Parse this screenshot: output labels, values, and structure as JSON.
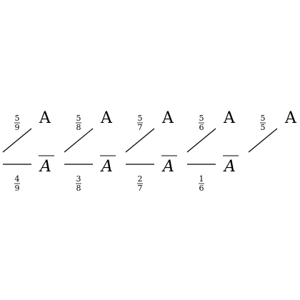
{
  "diagram": {
    "type": "probability-tree-chain",
    "event_label": "A",
    "complement_label": "A",
    "complement_overline": true,
    "stages": [
      {
        "up_prob": "5",
        "up_prob_den": "9",
        "down_prob": "4",
        "down_prob_den": "9"
      },
      {
        "up_prob": "5",
        "up_prob_den": "8",
        "down_prob": "3",
        "down_prob_den": "8"
      },
      {
        "up_prob": "5",
        "up_prob_den": "7",
        "down_prob": "2",
        "down_prob_den": "7"
      },
      {
        "up_prob": "5",
        "up_prob_den": "6",
        "down_prob": "1",
        "down_prob_den": "6"
      },
      {
        "up_prob": "5",
        "up_prob_den": "5",
        "down_prob": null,
        "down_prob_den": null
      }
    ]
  }
}
